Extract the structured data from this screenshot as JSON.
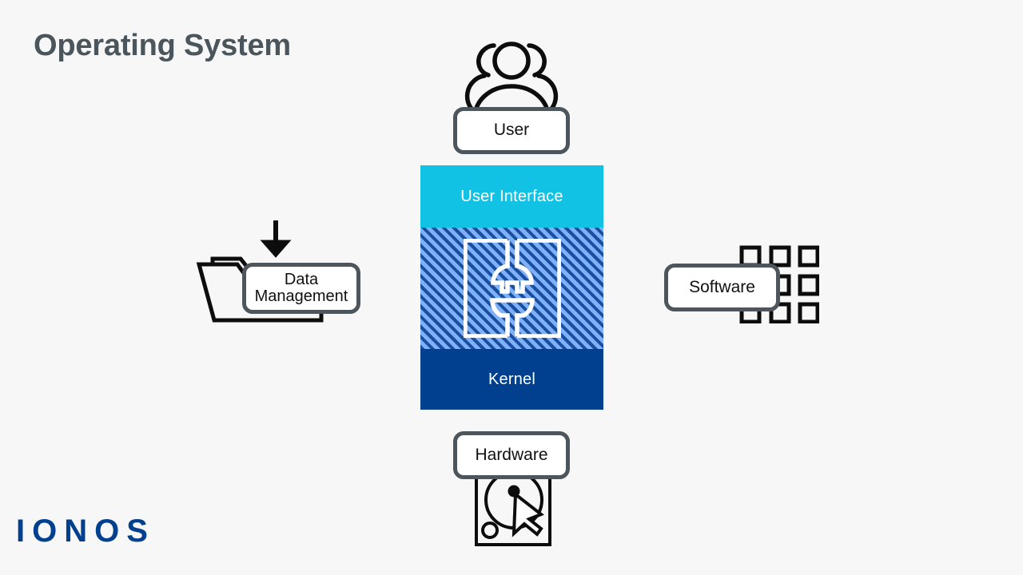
{
  "slide": {
    "title": "Operating System",
    "background_color": "#f7f7f7",
    "title_color": "#4a555c"
  },
  "os_stack": {
    "layers": [
      {
        "label": "User Interface",
        "color": "#12c2e4",
        "name": "user-interface"
      },
      {
        "label": "",
        "color": "#7fb1fa",
        "name": "drivers-hatched"
      },
      {
        "label": "Kernel",
        "color": "#00408f",
        "name": "kernel"
      }
    ],
    "middle_icon": "plug-socket-icon"
  },
  "nodes": [
    {
      "label": "User",
      "icon": "users-icon",
      "name": "user"
    },
    {
      "label": "Hardware",
      "icon": "hard-disk-icon",
      "name": "hardware"
    },
    {
      "label": "Software",
      "icon": "chip-grid-icon",
      "name": "software"
    },
    {
      "label": "Data\nManagement",
      "icon": "folder-icon",
      "name": "data-management"
    }
  ],
  "labels": {
    "user": "User",
    "hardware": "Hardware",
    "software": "Software",
    "data_management_line1": "Data",
    "data_management_line2": "Management"
  },
  "chip_style": {
    "border_color": "#4c565c",
    "fill_color": "#ffffff",
    "text_color": "#111111"
  },
  "logo": {
    "text": "IONOS",
    "color": "#00408f"
  }
}
